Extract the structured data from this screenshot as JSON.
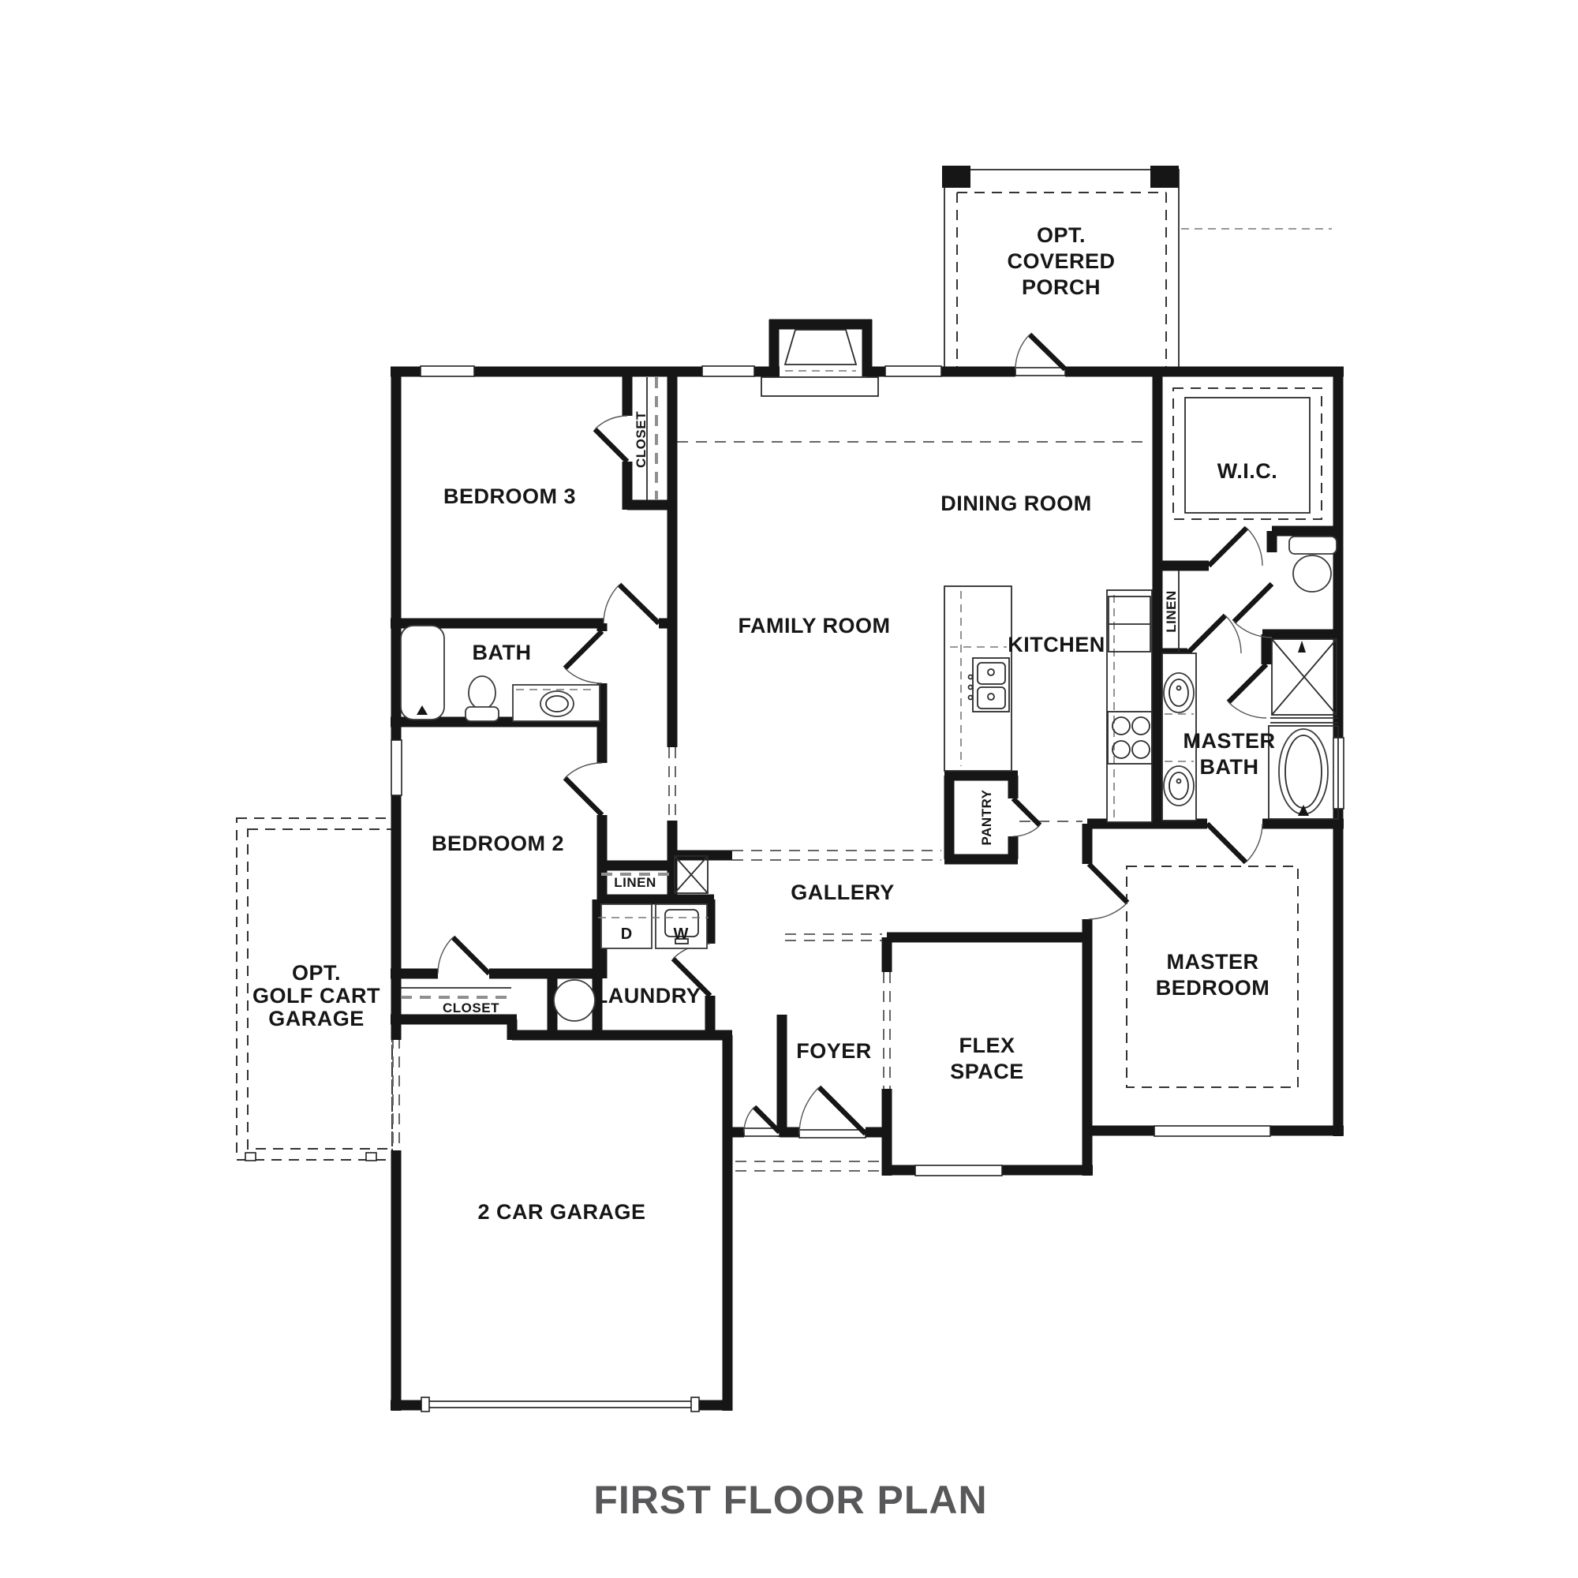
{
  "title": "FIRST FLOOR PLAN",
  "rooms": {
    "porch": {
      "line1": "OPT.",
      "line2": "COVERED",
      "line3": "PORCH"
    },
    "bedroom3": "BEDROOM 3",
    "closet3": "CLOSET",
    "dining": "DINING ROOM",
    "wic": "W.I.C.",
    "family": "FAMILY ROOM",
    "kitchen": "KITCHEN",
    "linen_master": "LINEN",
    "bath": "BATH",
    "master_bath": {
      "line1": "MASTER",
      "line2": "BATH"
    },
    "bedroom2": "BEDROOM 2",
    "linen_hall": "LINEN",
    "gallery": "GALLERY",
    "pantry": "PANTRY",
    "golf_garage": {
      "line1": "OPT.",
      "line2": "GOLF CART",
      "line3": "GARAGE"
    },
    "closet2": "CLOSET",
    "laundry": "LAUNDRY",
    "dryer": "D",
    "washer": "W",
    "foyer": "FOYER",
    "flex": {
      "line1": "FLEX",
      "line2": "SPACE"
    },
    "master_bedroom": {
      "line1": "MASTER",
      "line2": "BEDROOM"
    },
    "garage": "2 CAR GARAGE"
  }
}
